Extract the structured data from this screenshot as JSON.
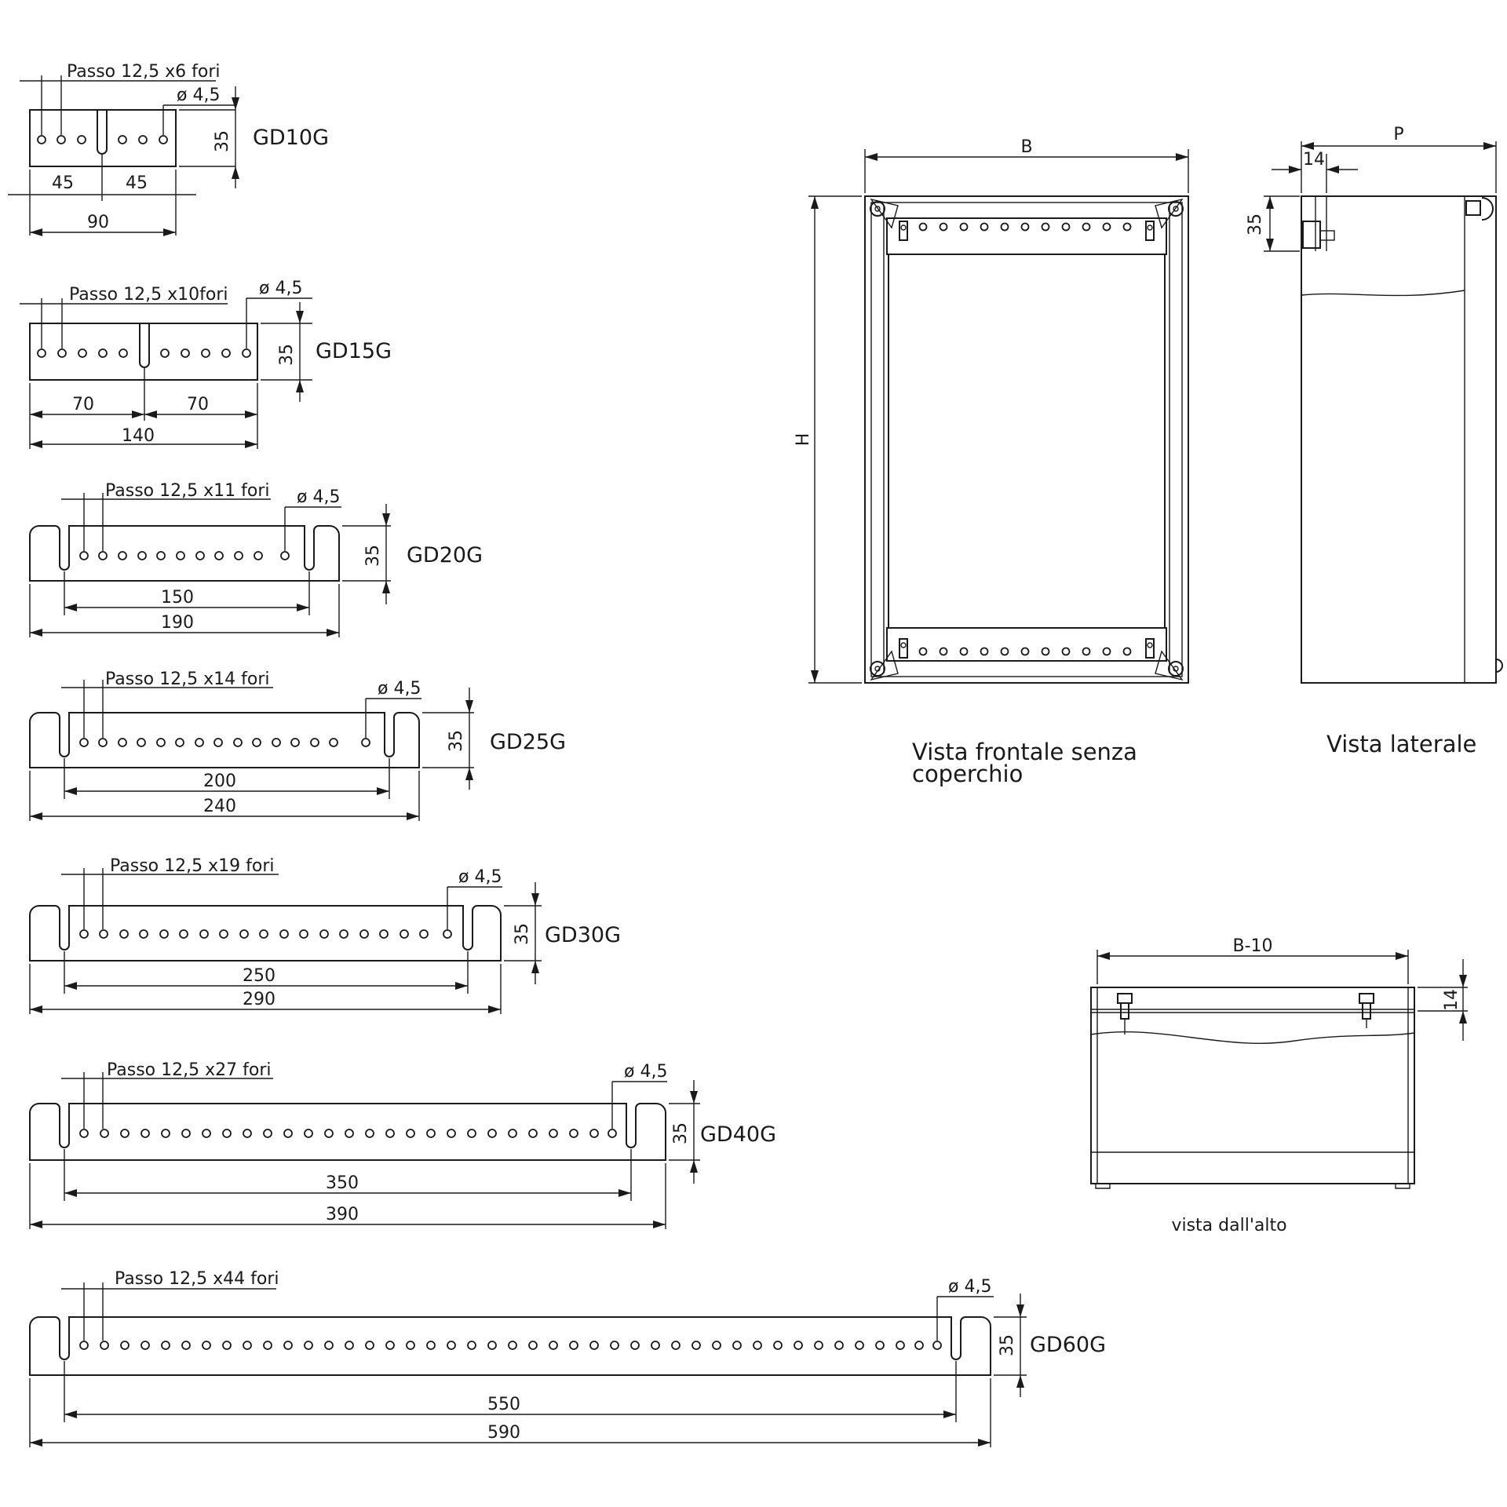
{
  "bars": [
    {
      "code": "GD10G",
      "pitch_label": "Passo 12,5 x6 fori",
      "hole_label": "ø 4,5",
      "height": "35",
      "half_left": "45",
      "half_right": "45",
      "total": "90"
    },
    {
      "code": "GD15G",
      "pitch_label": "Passo 12,5 x10fori",
      "hole_label": "ø 4,5",
      "height": "35",
      "half_left": "70",
      "half_right": "70",
      "total": "140"
    },
    {
      "code": "GD20G",
      "pitch_label": "Passo 12,5 x11 fori",
      "hole_label": "ø 4,5",
      "height": "35",
      "inner": "150",
      "total": "190"
    },
    {
      "code": "GD25G",
      "pitch_label": "Passo 12,5 x14 fori",
      "hole_label": "ø 4,5",
      "height": "35",
      "inner": "200",
      "total": "240"
    },
    {
      "code": "GD30G",
      "pitch_label": "Passo 12,5 x19 fori",
      "hole_label": "ø 4,5",
      "height": "35",
      "inner": "250",
      "total": "290"
    },
    {
      "code": "GD40G",
      "pitch_label": "Passo 12,5 x27 fori",
      "hole_label": "ø 4,5",
      "height": "35",
      "inner": "350",
      "total": "390"
    },
    {
      "code": "GD60G",
      "pitch_label": "Passo 12,5 x44 fori",
      "hole_label": "ø 4,5",
      "height": "35",
      "inner": "550",
      "total": "590"
    }
  ],
  "front_view": {
    "width_label": "B",
    "height_label": "H",
    "caption_line1": "Vista frontale senza",
    "caption_line2": "coperchio"
  },
  "side_view": {
    "depth_label": "P",
    "offset_label": "14",
    "height_label": "35",
    "caption": "Vista laterale"
  },
  "top_view": {
    "width_label": "B-10",
    "offset_label": "14",
    "caption": "vista dall'alto"
  }
}
